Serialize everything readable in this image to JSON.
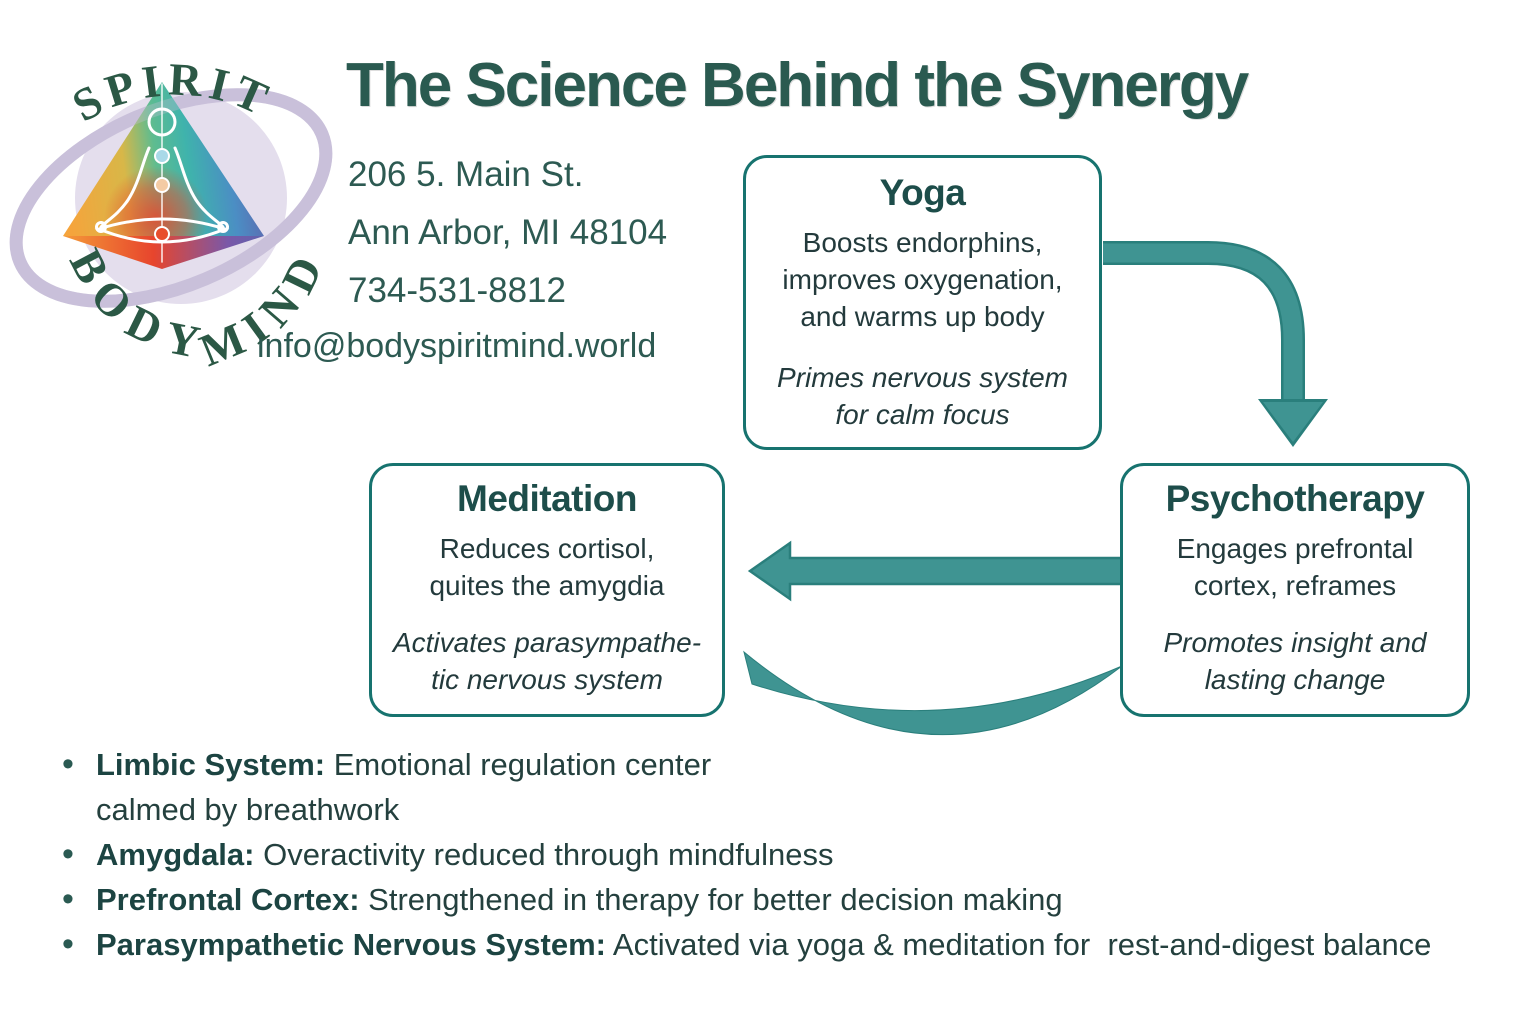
{
  "colors": {
    "arrow_teal": "#3F9492",
    "arrow_outline": "#2A7F7C",
    "box_border": "#17736F",
    "heading_green": "#2A5A50",
    "logo_green": "#2B5845",
    "body_text": "#233A3C"
  },
  "logo": {
    "top_word": "SPIRIT",
    "left_word": "BODY",
    "right_word": "MIND"
  },
  "header": {
    "title": "The Science Behind the Synergy"
  },
  "contact": {
    "address_line1": "206 5. Main St.",
    "address_line2": "Ann Arbor, MI 48104",
    "phone": "734-531-8812",
    "email": "info@bodyspiritmind.world"
  },
  "diagram": {
    "nodes": {
      "yoga": {
        "title": "Yoga",
        "body": "Boosts endorphins,\nimproves oxygenation,\nand warms up body",
        "note": "Primes nervous system\nfor calm focus"
      },
      "psychotherapy": {
        "title": "Psychotherapy",
        "body": "Engages prefrontal\ncortex, reframes",
        "note": "Promotes insight and\nlasting change"
      },
      "meditation": {
        "title": "Meditation",
        "body": "Reduces cortisol,\nquites the amygdia",
        "note": "Activates parasympathe-\ntic nervous system"
      }
    }
  },
  "bullets": [
    {
      "label": "Limbic System:",
      "text": "Emotional regulation center\ncalmed by breathwork"
    },
    {
      "label": "Amygdala:",
      "text": "Overactivity reduced through mindfulness"
    },
    {
      "label": "Prefrontal Cortex:",
      "text": "Strengthened in therapy for better decision making"
    },
    {
      "label": "Parasympathetic Nervous System:",
      "text": "Activated via yoga & meditation for  rest-and-digest balance"
    }
  ]
}
